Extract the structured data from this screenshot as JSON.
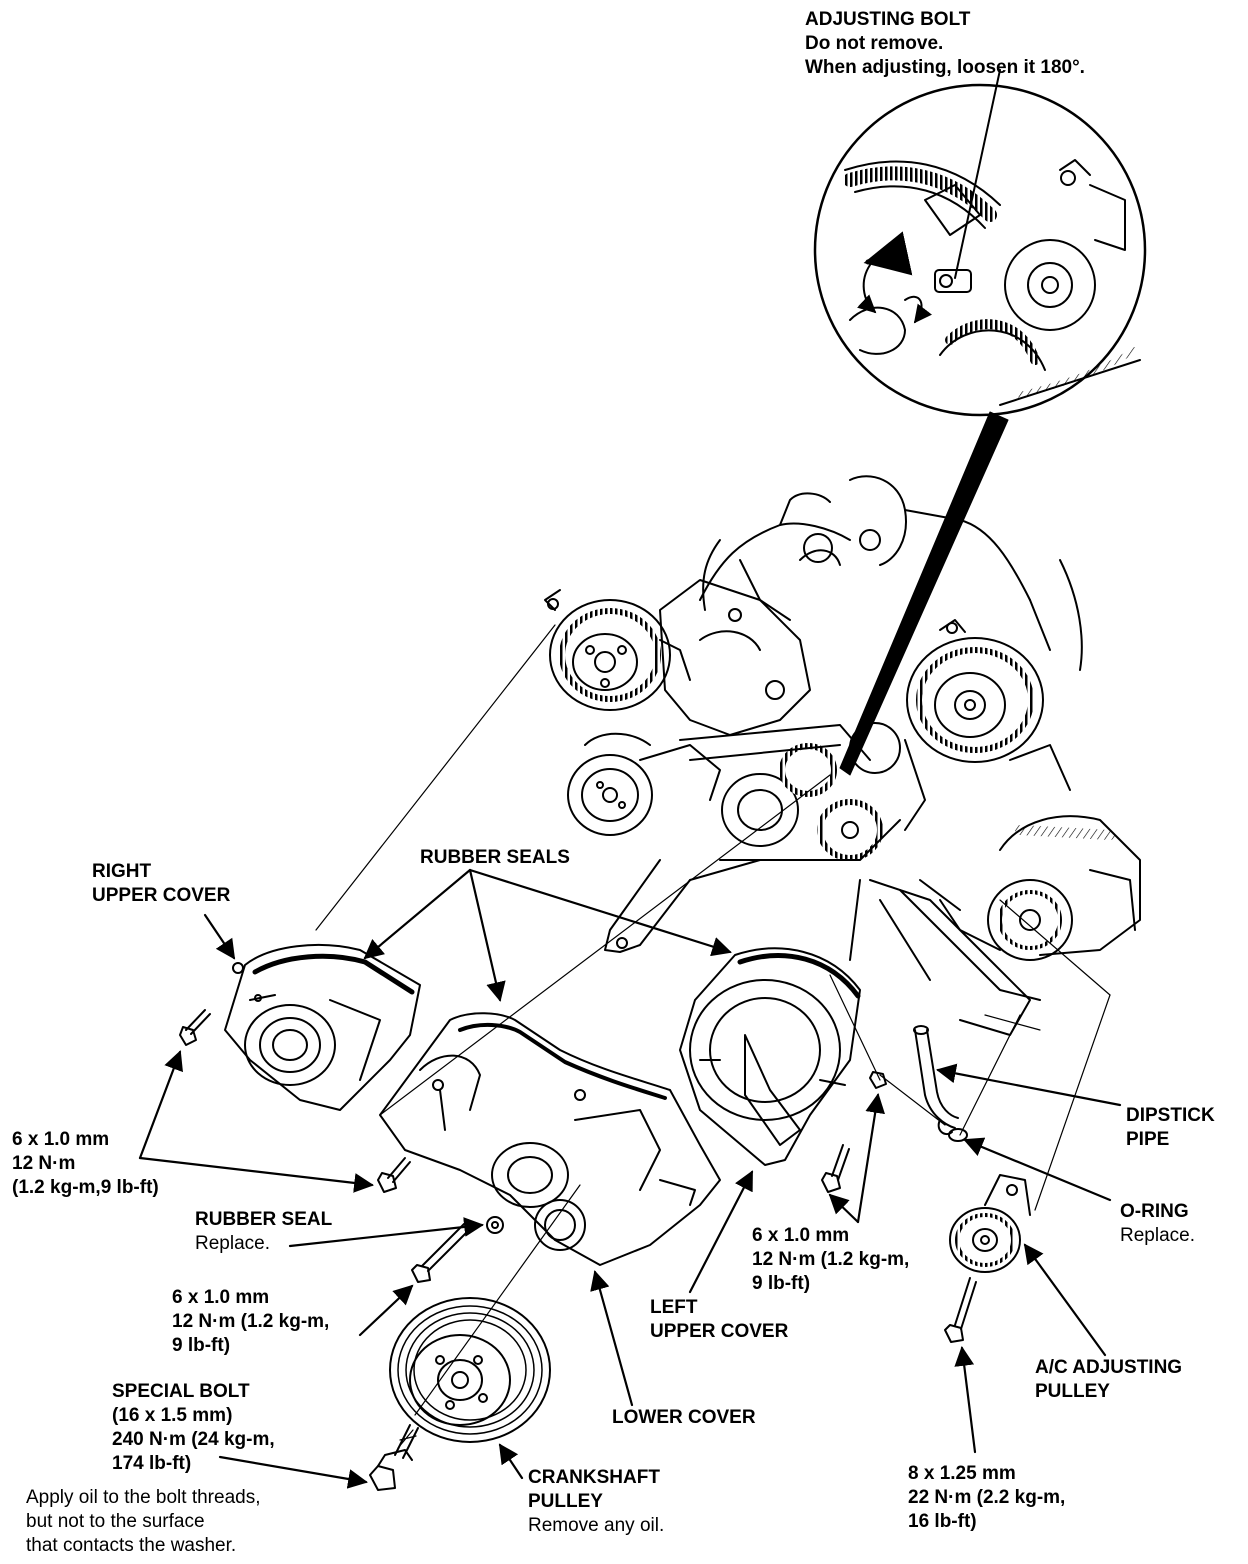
{
  "labels": {
    "adjusting_bolt": {
      "title": "ADJUSTING BOLT",
      "line1": "Do not remove.",
      "line2": "When adjusting, loosen it 180°."
    },
    "right_upper_cover": {
      "line1": "RIGHT",
      "line2": "UPPER COVER"
    },
    "rubber_seals": {
      "title": "RUBBER SEALS"
    },
    "bolt_left": {
      "line1": "6 x 1.0 mm",
      "line2": "12 N·m",
      "line3": "(1.2 kg-m,9 lb-ft)"
    },
    "rubber_seal": {
      "title": "RUBBER SEAL",
      "note": "Replace."
    },
    "bolt_lower": {
      "line1": "6 x 1.0 mm",
      "line2": "12 N·m (1.2 kg-m,",
      "line3": "9 lb-ft)"
    },
    "special_bolt": {
      "line1": "SPECIAL BOLT",
      "line2": "(16 x 1.5 mm)",
      "line3": "240 N·m (24 kg-m,",
      "line4": "174 lb-ft)",
      "note1": "Apply oil to the bolt threads,",
      "note2": "but not to the surface",
      "note3": "that contacts the washer."
    },
    "crankshaft_pulley": {
      "line1": "CRANKSHAFT",
      "line2": "PULLEY",
      "note": "Remove any oil."
    },
    "lower_cover": {
      "title": "LOWER COVER"
    },
    "left_upper_cover": {
      "line1": "LEFT",
      "line2": "UPPER COVER"
    },
    "bolt_center": {
      "line1": "6 x 1.0 mm",
      "line2": "12 N·m (1.2 kg-m,",
      "line3": "9 lb-ft)"
    },
    "dipstick_pipe": {
      "line1": "DIPSTICK",
      "line2": "PIPE"
    },
    "o_ring": {
      "title": "O-RING",
      "note": "Replace."
    },
    "ac_adjusting_pulley": {
      "line1": "A/C ADJUSTING",
      "line2": "PULLEY"
    },
    "bolt_right": {
      "line1": "8 x 1.25 mm",
      "line2": "22 N·m (2.2 kg-m,",
      "line3": "16 lb-ft)"
    }
  },
  "colors": {
    "ink": "#000000",
    "paper": "#ffffff"
  }
}
